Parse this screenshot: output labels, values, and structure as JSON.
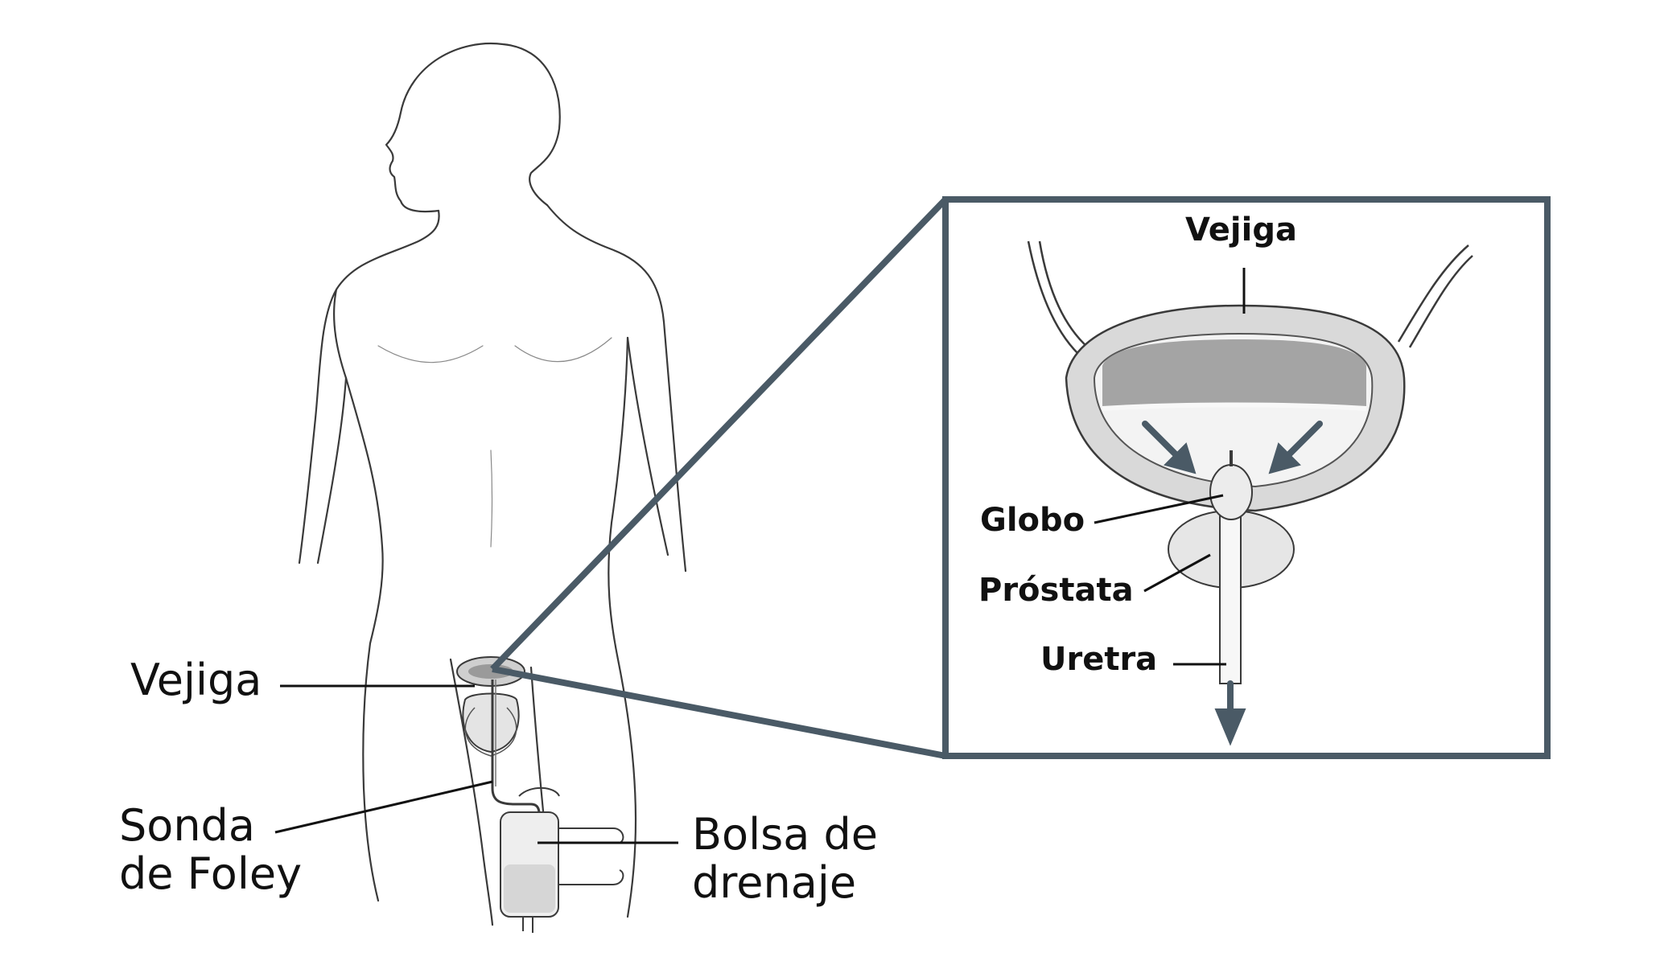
{
  "labels": {
    "vejiga_main": "Vejiga",
    "sonda": "Sonda\nde Foley",
    "bolsa": "Bolsa de\ndrenaje",
    "vejiga_inset": "Vejiga",
    "globo": "Globo",
    "prostata": "Próstata",
    "uretra": "Uretra"
  },
  "colors": {
    "frame": "#4a5a66",
    "sketch": "#3a3a3a",
    "leader": "#111111"
  }
}
